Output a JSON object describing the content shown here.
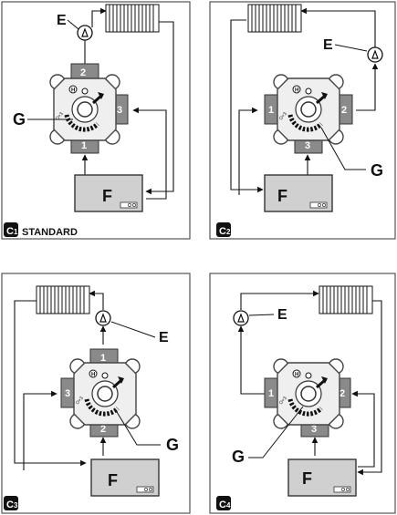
{
  "labels": {
    "e": "E",
    "f": "F",
    "g": "G",
    "standard": "STANDARD"
  },
  "panels": [
    {
      "id": "C1",
      "prefix": "C",
      "digit": "1",
      "caption": "STANDARD",
      "ports": {
        "top": "2",
        "right": "3",
        "bottom": "1"
      }
    },
    {
      "id": "C2",
      "prefix": "C",
      "digit": "2",
      "caption": "",
      "ports": {
        "left": "1",
        "right": "2",
        "bottom": "3"
      }
    },
    {
      "id": "C3",
      "prefix": "C",
      "digit": "3",
      "caption": "",
      "ports": {
        "top": "1",
        "left": "3",
        "bottom": "2"
      }
    },
    {
      "id": "C4",
      "prefix": "C",
      "digit": "4",
      "caption": "",
      "ports": {
        "left": "1",
        "right": "2",
        "bottom": "3"
      }
    }
  ],
  "colors": {
    "frame": "#555555",
    "port": "#8a8a8a",
    "boiler": "#d0d0d0",
    "body": "#f2f2f2"
  }
}
